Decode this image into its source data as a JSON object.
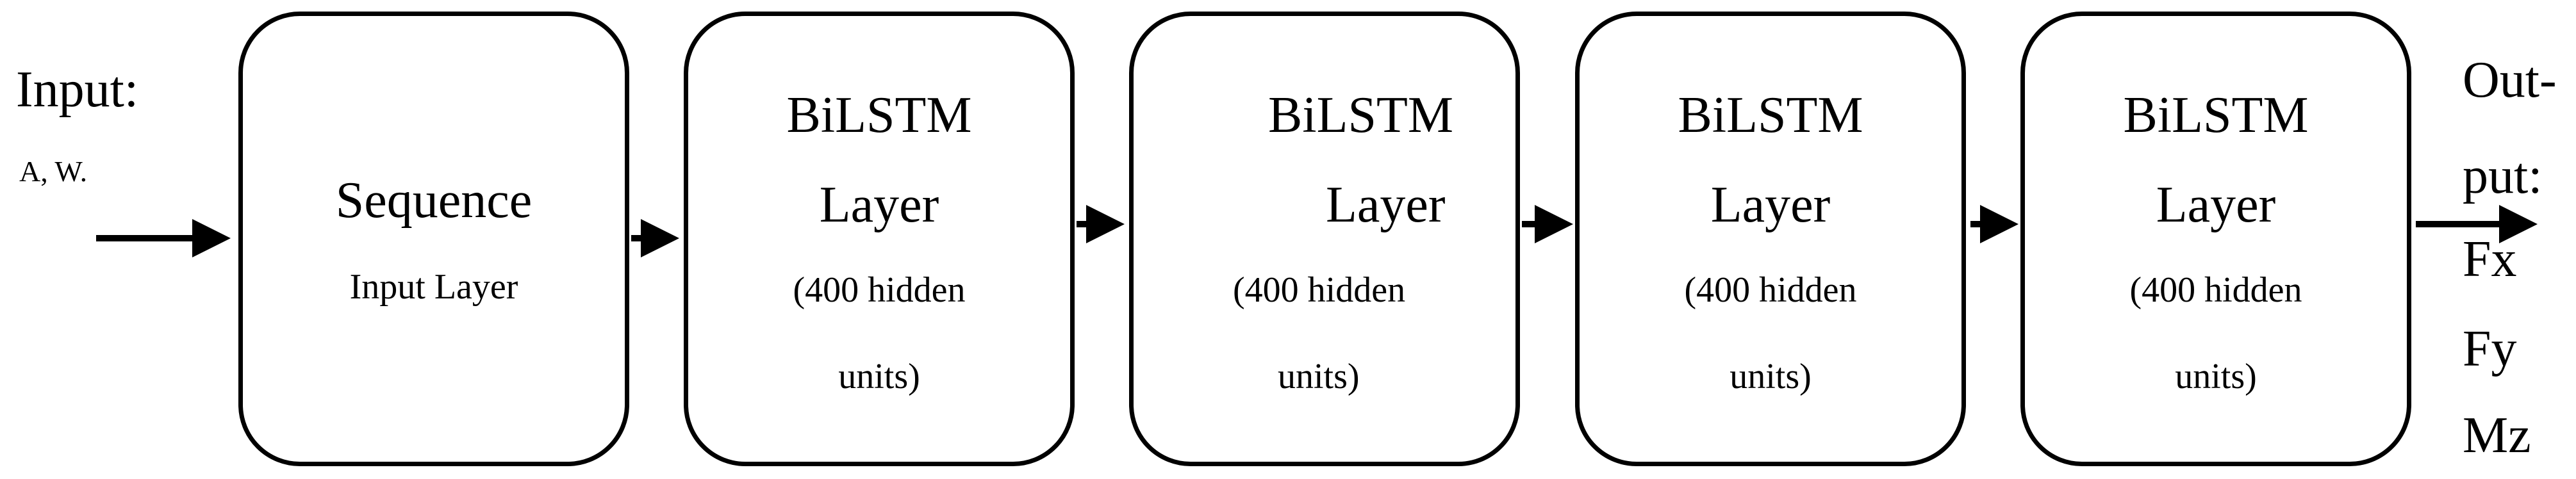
{
  "input": {
    "title": "Input:",
    "subtitle": "A, W."
  },
  "output": {
    "line1": "Out-",
    "line2": "put:",
    "values": [
      "Fx",
      "Fy",
      "Mz"
    ]
  },
  "blocks": [
    {
      "line1": "Sequence",
      "line2": "Input Layer"
    },
    {
      "line1": "BiLSTM",
      "line2": "Layer",
      "line3": "(400 hidden",
      "line4": "units)"
    },
    {
      "line1": "BiLSTM",
      "line2": "Layer",
      "line3": "(400 hidden",
      "line4": "units)"
    },
    {
      "line1": "BiLSTM",
      "line2": "Layer",
      "line3": "(400 hidden",
      "line4": "units)"
    },
    {
      "line1": "BiLSTM",
      "line2": "Layer",
      "line3": "(400 hidden",
      "line4": "units)"
    }
  ]
}
